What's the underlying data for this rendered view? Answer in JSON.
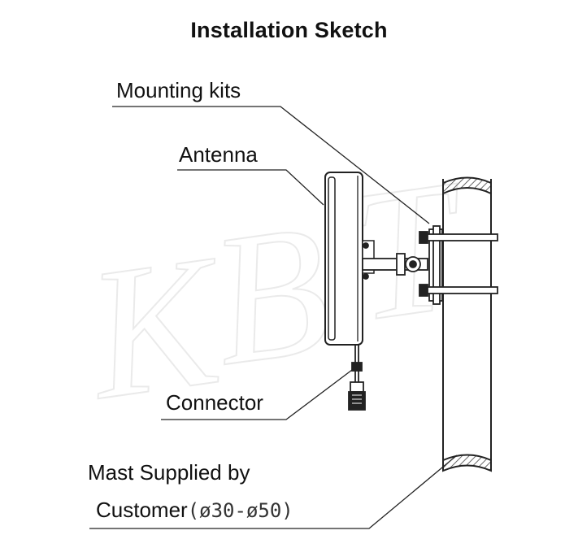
{
  "title": "Installation Sketch",
  "labels": {
    "mounting_kits": "Mounting  kits",
    "antenna": "Antenna",
    "connector": "Connector",
    "mast_line1": "Mast  Supplied  by",
    "mast_line2": "Customer",
    "mast_range": "(ø30-ø50)"
  },
  "watermark": "KBT"
}
